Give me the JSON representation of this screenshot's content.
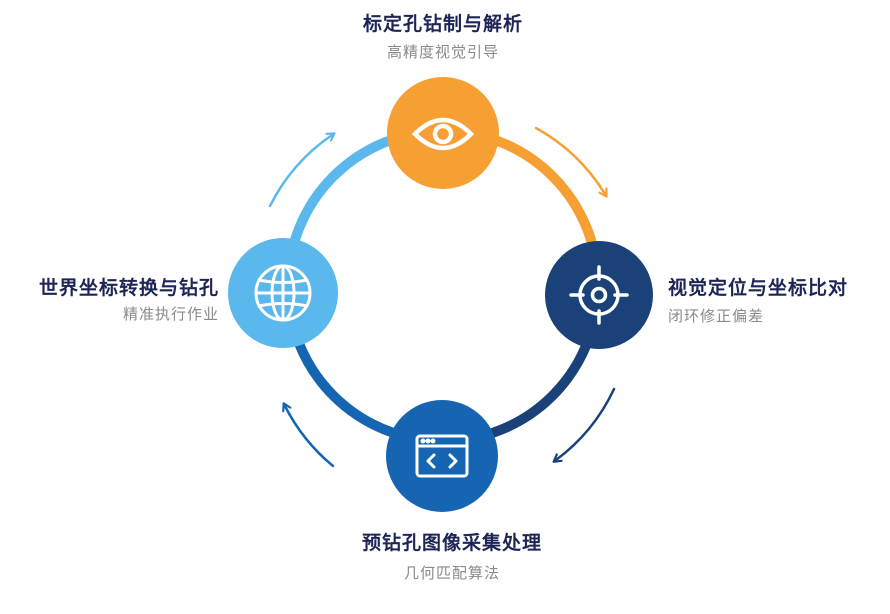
{
  "steps": [
    {
      "title": "标定孔钻制与解析",
      "subtitle": "高精度视觉引导",
      "icon": "eye-icon",
      "color": "#f6a033"
    },
    {
      "title": "视觉定位与坐标比对",
      "subtitle": "闭环修正偏差",
      "icon": "crosshair-target-icon",
      "color": "#1a4279"
    },
    {
      "title": "预钻孔图像采集处理",
      "subtitle": "几何匹配算法",
      "icon": "code-window-icon",
      "color": "#1565b2"
    },
    {
      "title": "世界坐标转换与钻孔",
      "subtitle": "精准执行作业",
      "icon": "globe-icon",
      "color": "#5bb8ec"
    }
  ],
  "colors": {
    "ring_top_left": "#5bb8ec",
    "ring_top_right": "#f6a033",
    "ring_bottom_right": "#1a4279",
    "ring_bottom_left": "#1565b2",
    "title_text": "#1d2456",
    "subtitle_text": "#8a8a8a"
  }
}
